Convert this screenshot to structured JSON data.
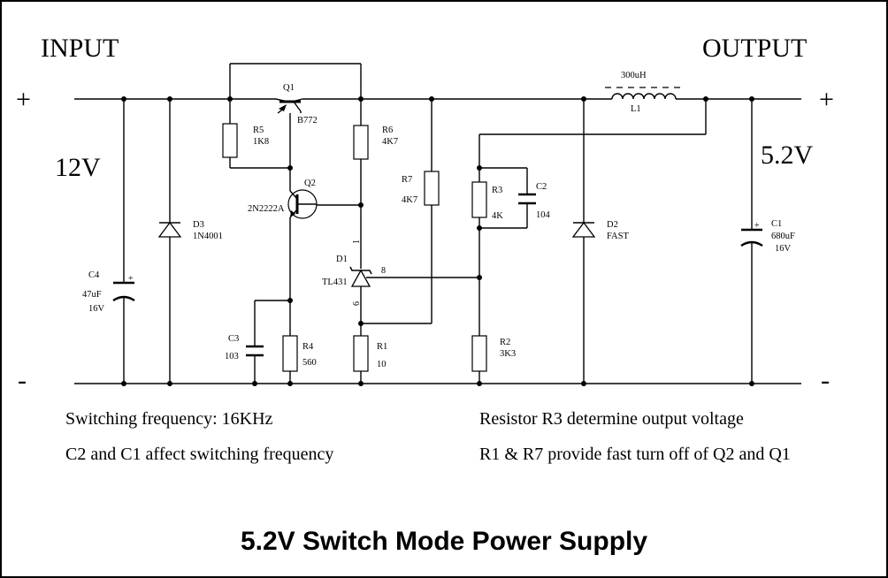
{
  "input_label": "INPUT",
  "output_label": "OUTPUT",
  "input_voltage": "12V",
  "output_voltage": "5.2V",
  "plus_sign": "+",
  "minus_sign": "-",
  "components": {
    "q1": {
      "ref": "Q1",
      "value": "B772"
    },
    "q2": {
      "ref": "Q2",
      "value": "2N2222A"
    },
    "r5": {
      "ref": "R5",
      "value": "1K8"
    },
    "r6": {
      "ref": "R6",
      "value": "4K7"
    },
    "r7": {
      "ref": "R7",
      "value": "4K7"
    },
    "r3": {
      "ref": "R3",
      "value": "4K"
    },
    "r4": {
      "ref": "R4",
      "value": "560"
    },
    "r1": {
      "ref": "R1",
      "value": "10"
    },
    "r2": {
      "ref": "R2",
      "value": "3K3"
    },
    "c2": {
      "ref": "C2",
      "value": "104"
    },
    "c3": {
      "ref": "C3",
      "value": "103"
    },
    "c4": {
      "ref": "C4",
      "value": "47uF",
      "rating": "16V"
    },
    "c1": {
      "ref": "C1",
      "value": "680uF",
      "rating": "16V"
    },
    "d3": {
      "ref": "D3",
      "value": "1N4001"
    },
    "d2": {
      "ref": "D2",
      "value": "FAST"
    },
    "d1": {
      "ref": "D1",
      "value": "TL431",
      "pin1": "1",
      "pin8": "8",
      "pin6": "6"
    },
    "l1": {
      "ref": "L1",
      "value": "300uH"
    }
  },
  "notes": {
    "freq": "Switching frequency: 16KHz",
    "caps": "C2 and C1 affect switching frequency",
    "r3": "Resistor R3 determine output voltage",
    "fast": "R1 & R7 provide fast turn off of Q2 and Q1"
  },
  "title": "5.2V Switch Mode Power Supply"
}
